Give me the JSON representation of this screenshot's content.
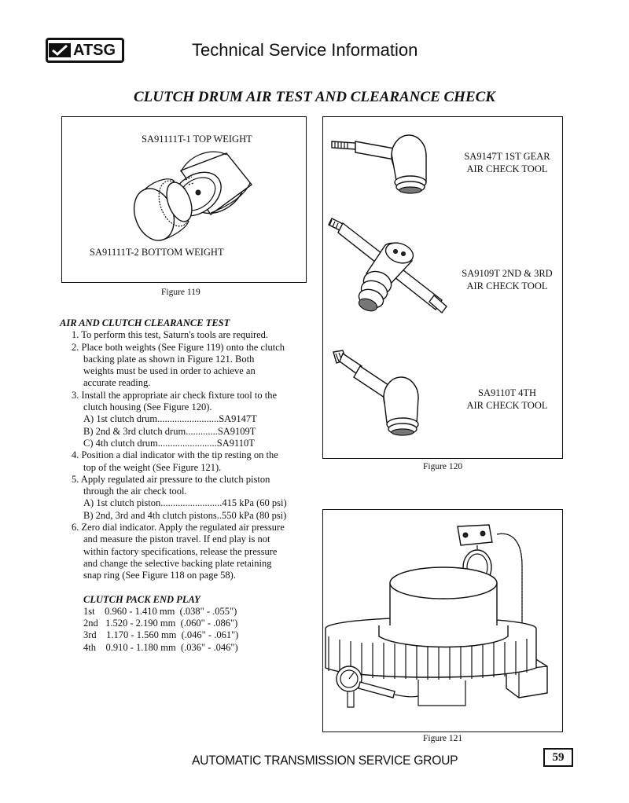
{
  "header": {
    "logo_text": "ATSG",
    "title": "Technical Service Information"
  },
  "main_title": "CLUTCH DRUM AIR TEST AND CLEARANCE CHECK",
  "figure119": {
    "top_label": "SA91111T-1 TOP WEIGHT",
    "bottom_label": "SA91111T-2 BOTTOM WEIGHT",
    "caption": "Figure 119"
  },
  "figure120": {
    "tool1": [
      "SA9147T 1ST GEAR",
      "AIR CHECK TOOL"
    ],
    "tool2": [
      "SA9109T 2ND & 3RD",
      "AIR CHECK TOOL"
    ],
    "tool3": [
      "SA9110T 4TH",
      "AIR CHECK TOOL"
    ],
    "caption": "Figure 120"
  },
  "figure121": {
    "caption": "Figure 121"
  },
  "instructions": {
    "heading": "AIR AND CLUTCH CLEARANCE TEST",
    "lines": [
      {
        "indent": 1,
        "text": "1. To perform this test, Saturn's tools are required."
      },
      {
        "indent": 1,
        "text": "2. Place both weights (See Figure 119) onto the clutch"
      },
      {
        "indent": 2,
        "text": "backing plate as shown in Figure 121. Both"
      },
      {
        "indent": 2,
        "text": "weights must be used in order to achieve an"
      },
      {
        "indent": 2,
        "text": "accurate reading."
      },
      {
        "indent": 1,
        "text": "3. Install the appropriate air check fixture tool to the"
      },
      {
        "indent": 2,
        "text": "clutch housing (See Figure 120)."
      },
      {
        "indent": 2,
        "text": "A) 1st clutch drum.........................SA9147T"
      },
      {
        "indent": 2,
        "text": "B) 2nd & 3rd clutch drum.............SA9109T"
      },
      {
        "indent": 2,
        "text": "C) 4th clutch drum........................SA9110T"
      },
      {
        "indent": 1,
        "text": "4. Position a dial indicator with the tip resting on the"
      },
      {
        "indent": 2,
        "text": "top of the weight (See Figure 121)."
      },
      {
        "indent": 1,
        "text": "5. Apply regulated air pressure to the clutch piston"
      },
      {
        "indent": 2,
        "text": "through the air check tool."
      },
      {
        "indent": 2,
        "text": "A) 1st clutch piston.........................415 kPa (60 psi)"
      },
      {
        "indent": 2,
        "text": "B) 2nd, 3rd and 4th clutch pistons..550 kPa (80 psi)"
      },
      {
        "indent": 1,
        "text": "6. Zero dial indicator. Apply the regulated air pressure"
      },
      {
        "indent": 2,
        "text": "and measure the piston travel. If end play is not"
      },
      {
        "indent": 2,
        "text": "within factory specifications, release the pressure"
      },
      {
        "indent": 2,
        "text": "and change the selective backing plate retaining"
      },
      {
        "indent": 2,
        "text": "snap ring (See Figure 118 on page 58)."
      }
    ],
    "endplay_heading": "CLUTCH PACK END PLAY",
    "endplay": [
      "1st    0.960 - 1.410 mm  (.038\" - .055\")",
      "2nd   1.520 - 2.190 mm  (.060\" - .086\")",
      "3rd    1.170 - 1.560 mm  (.046\" - .061\")",
      "4th    0.910 - 1.180 mm  (.036\" - .046\")"
    ]
  },
  "footer": {
    "text": "AUTOMATIC TRANSMISSION SERVICE GROUP",
    "page_number": "59"
  }
}
